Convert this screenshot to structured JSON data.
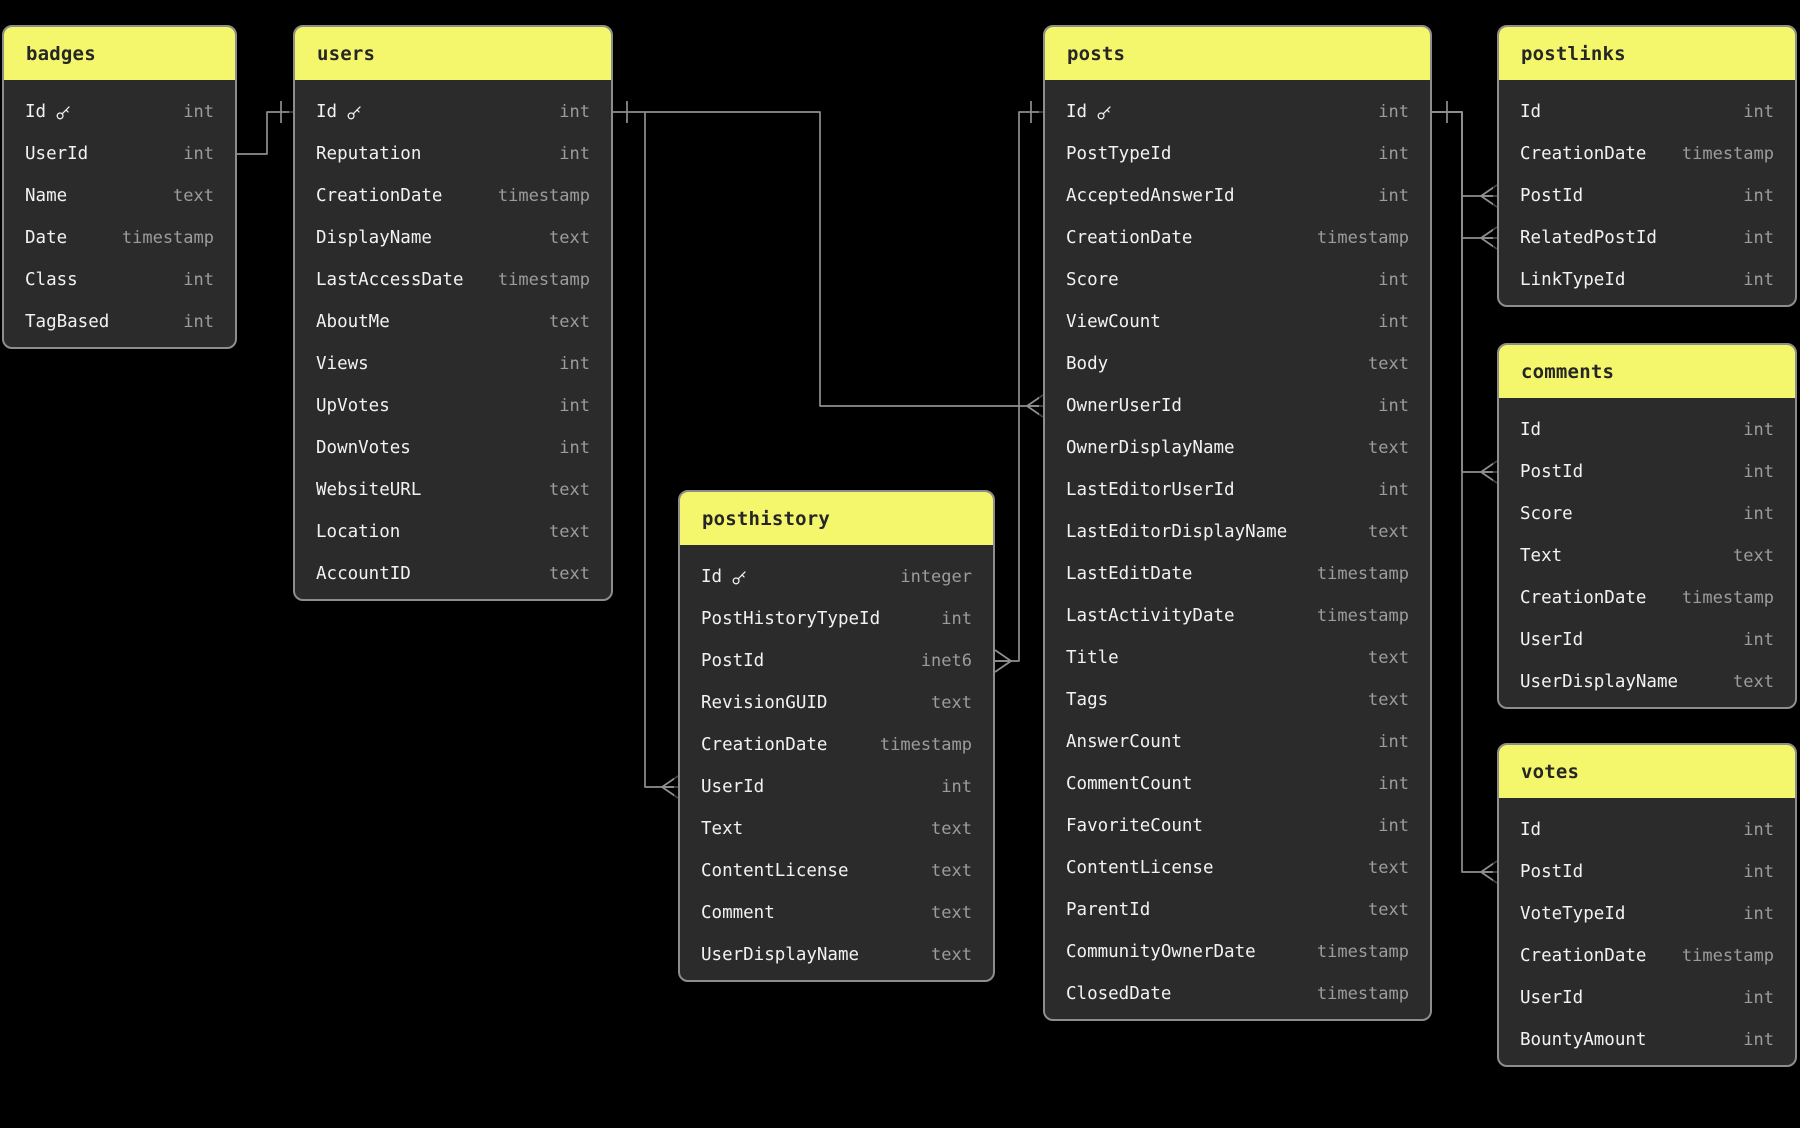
{
  "diagram": {
    "tables": [
      {
        "name": "badges",
        "fields": [
          {
            "name": "Id",
            "type": "int",
            "pk": true
          },
          {
            "name": "UserId",
            "type": "int"
          },
          {
            "name": "Name",
            "type": "text"
          },
          {
            "name": "Date",
            "type": "timestamp"
          },
          {
            "name": "Class",
            "type": "int"
          },
          {
            "name": "TagBased",
            "type": "int"
          }
        ]
      },
      {
        "name": "users",
        "fields": [
          {
            "name": "Id",
            "type": "int",
            "pk": true
          },
          {
            "name": "Reputation",
            "type": "int"
          },
          {
            "name": "CreationDate",
            "type": "timestamp"
          },
          {
            "name": "DisplayName",
            "type": "text"
          },
          {
            "name": "LastAccessDate",
            "type": "timestamp"
          },
          {
            "name": "AboutMe",
            "type": "text"
          },
          {
            "name": "Views",
            "type": "int"
          },
          {
            "name": "UpVotes",
            "type": "int"
          },
          {
            "name": "DownVotes",
            "type": "int"
          },
          {
            "name": "WebsiteURL",
            "type": "text"
          },
          {
            "name": "Location",
            "type": "text"
          },
          {
            "name": "AccountID",
            "type": "text"
          }
        ]
      },
      {
        "name": "posthistory",
        "fields": [
          {
            "name": "Id",
            "type": "integer",
            "pk": true
          },
          {
            "name": "PostHistoryTypeId",
            "type": "int"
          },
          {
            "name": "PostId",
            "type": "inet6"
          },
          {
            "name": "RevisionGUID",
            "type": "text"
          },
          {
            "name": "CreationDate",
            "type": "timestamp"
          },
          {
            "name": "UserId",
            "type": "int"
          },
          {
            "name": "Text",
            "type": "text"
          },
          {
            "name": "ContentLicense",
            "type": "text"
          },
          {
            "name": "Comment",
            "type": "text"
          },
          {
            "name": "UserDisplayName",
            "type": "text"
          }
        ]
      },
      {
        "name": "posts",
        "fields": [
          {
            "name": "Id",
            "type": "int",
            "pk": true
          },
          {
            "name": "PostTypeId",
            "type": "int"
          },
          {
            "name": "AcceptedAnswerId",
            "type": "int"
          },
          {
            "name": "CreationDate",
            "type": "timestamp"
          },
          {
            "name": "Score",
            "type": "int"
          },
          {
            "name": "ViewCount",
            "type": "int"
          },
          {
            "name": "Body",
            "type": "text"
          },
          {
            "name": "OwnerUserId",
            "type": "int"
          },
          {
            "name": "OwnerDisplayName",
            "type": "text"
          },
          {
            "name": "LastEditorUserId",
            "type": "int"
          },
          {
            "name": "LastEditorDisplayName",
            "type": "text"
          },
          {
            "name": "LastEditDate",
            "type": "timestamp"
          },
          {
            "name": "LastActivityDate",
            "type": "timestamp"
          },
          {
            "name": "Title",
            "type": "text"
          },
          {
            "name": "Tags",
            "type": "text"
          },
          {
            "name": "AnswerCount",
            "type": "int"
          },
          {
            "name": "CommentCount",
            "type": "int"
          },
          {
            "name": "FavoriteCount",
            "type": "int"
          },
          {
            "name": "ContentLicense",
            "type": "text"
          },
          {
            "name": "ParentId",
            "type": "text"
          },
          {
            "name": "CommunityOwnerDate",
            "type": "timestamp"
          },
          {
            "name": "ClosedDate",
            "type": "timestamp"
          }
        ]
      },
      {
        "name": "postlinks",
        "fields": [
          {
            "name": "Id",
            "type": "int"
          },
          {
            "name": "CreationDate",
            "type": "timestamp"
          },
          {
            "name": "PostId",
            "type": "int"
          },
          {
            "name": "RelatedPostId",
            "type": "int"
          },
          {
            "name": "LinkTypeId",
            "type": "int"
          }
        ]
      },
      {
        "name": "comments",
        "fields": [
          {
            "name": "Id",
            "type": "int"
          },
          {
            "name": "PostId",
            "type": "int"
          },
          {
            "name": "Score",
            "type": "int"
          },
          {
            "name": "Text",
            "type": "text"
          },
          {
            "name": "CreationDate",
            "type": "timestamp"
          },
          {
            "name": "UserId",
            "type": "int"
          },
          {
            "name": "UserDisplayName",
            "type": "text"
          }
        ]
      },
      {
        "name": "votes",
        "fields": [
          {
            "name": "Id",
            "type": "int"
          },
          {
            "name": "PostId",
            "type": "int"
          },
          {
            "name": "VoteTypeId",
            "type": "int"
          },
          {
            "name": "CreationDate",
            "type": "timestamp"
          },
          {
            "name": "UserId",
            "type": "int"
          },
          {
            "name": "BountyAmount",
            "type": "int"
          }
        ]
      }
    ],
    "relationships": [
      {
        "from": "badges.UserId",
        "to": "users.Id",
        "from_marker": "none",
        "to_marker": "one"
      },
      {
        "from": "users.Id",
        "to": "posts.OwnerUserId",
        "from_marker": "one",
        "to_marker": "many"
      },
      {
        "from": "users.Id",
        "to": "posthistory.UserId",
        "from_marker": "none",
        "to_marker": "many"
      },
      {
        "from": "posts.Id",
        "to": "posthistory.PostId",
        "from_marker": "one",
        "to_marker": "many"
      },
      {
        "from": "posts.Id",
        "to": "postlinks.PostId",
        "from_marker": "one",
        "to_marker": "many"
      },
      {
        "from": "posts.Id",
        "to": "postlinks.RelatedPostId",
        "from_marker": "none",
        "to_marker": "many"
      },
      {
        "from": "posts.Id",
        "to": "comments.PostId",
        "from_marker": "none",
        "to_marker": "many"
      },
      {
        "from": "posts.Id",
        "to": "votes.PostId",
        "from_marker": "none",
        "to_marker": "many"
      }
    ],
    "colors": {
      "background": "#000000",
      "header": "#f4f76b",
      "body": "#2b2b2b",
      "border": "#8d8d8d",
      "line": "#8f8f8f",
      "field_text": "#f2f2f2",
      "type_text": "#9c9c9c",
      "title_text": "#262626"
    }
  }
}
